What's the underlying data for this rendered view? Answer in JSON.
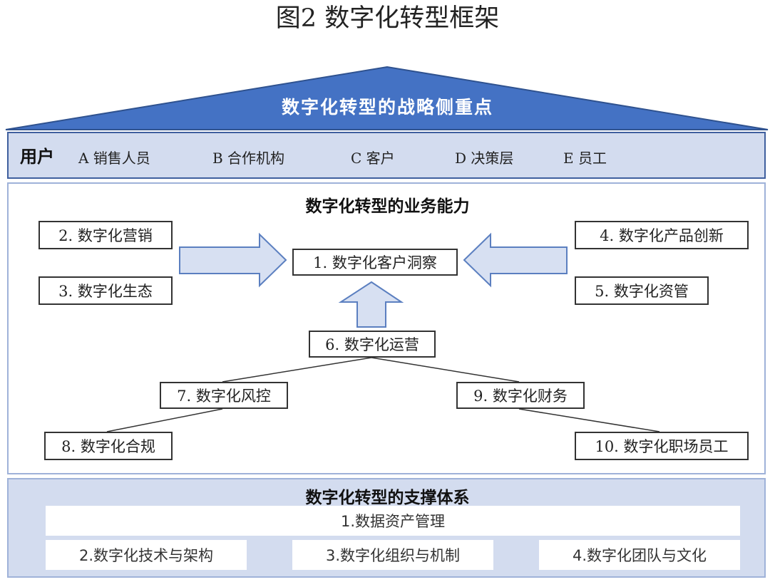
{
  "figure_title": "图2 数字化转型框架",
  "roof_label": "数字化转型的战略侧重点",
  "users": {
    "heading": "用户",
    "items": [
      "A 销售人员",
      "B 合作机构",
      "C 客户",
      "D 决策层",
      "E 员工"
    ]
  },
  "business": {
    "title": "数字化转型的业务能力",
    "nodes": {
      "n1": "1. 数字化客户洞察",
      "n2": "2. 数字化营销",
      "n3": "3. 数字化生态",
      "n4": "4. 数字化产品创新",
      "n5": "5. 数字化资管",
      "n6": "6. 数字化运营",
      "n7": "7. 数字化风控",
      "n8": "8. 数字化合规",
      "n9": "9. 数字化财务",
      "n10": "10. 数字化职场员工"
    }
  },
  "support": {
    "title": "数字化转型的支撑体系",
    "items": [
      "1.数据资产管理",
      "2.数字化技术与架构",
      "3.数字化组织与机制",
      "4.数字化团队与文化"
    ]
  },
  "colors": {
    "roof_fill": "#4472c4",
    "band_fill": "#d3dcef",
    "arrow_fill": "#d7e0f2",
    "arrow_stroke": "#5b7fc0"
  }
}
